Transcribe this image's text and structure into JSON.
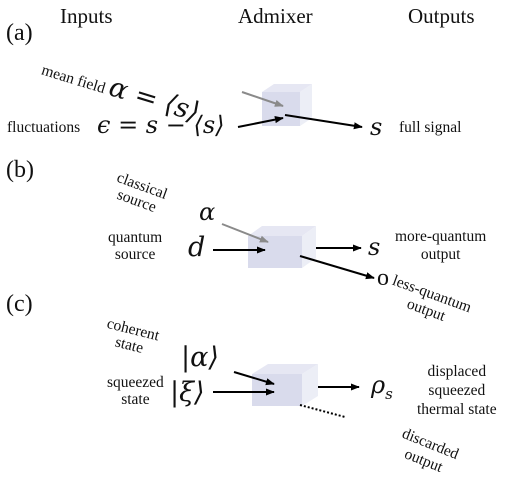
{
  "headers": {
    "inputs": "Inputs",
    "admixer": "Admixer",
    "outputs": "Outputs"
  },
  "panel_a": {
    "tag": "(a)",
    "mean_field_text": "mean field",
    "mean_field_eq": "α = ⟨s⟩",
    "fluctuations_text": "fluctuations",
    "fluctuations_eq": "ϵ = s − ⟨s⟩",
    "output_symbol": "s",
    "output_text": "full signal"
  },
  "panel_b": {
    "tag": "(b)",
    "classical_line1": "classical",
    "classical_line2": "source",
    "classical_symbol": "α",
    "quantum_line1": "quantum",
    "quantum_line2": "source",
    "quantum_symbol": "d",
    "out1_symbol": "s",
    "out1_line1": "more-quantum",
    "out1_line2": "output",
    "out2_symbol": "o",
    "out2_line1": "less-quantum",
    "out2_line2": "output"
  },
  "panel_c": {
    "tag": "(c)",
    "coherent_line1": "coherent",
    "coherent_line2": "state",
    "coherent_symbol": "|α⟩",
    "squeezed_line1": "squeezed",
    "squeezed_line2": "state",
    "squeezed_symbol": "|ξ⟩",
    "out_symbol": "ρ",
    "out_subscript": "s",
    "out_line1": "displaced",
    "out_line2": "squeezed",
    "out_line3": "thermal state",
    "discard_line1": "discarded",
    "discard_line2": "output"
  },
  "colors": {
    "cube_top": "#e6e7f3",
    "cube_front": "#d9dbec",
    "cube_side": "#eceef6",
    "arrow_main": "#000000",
    "arrow_grey": "#8a8a8a"
  }
}
